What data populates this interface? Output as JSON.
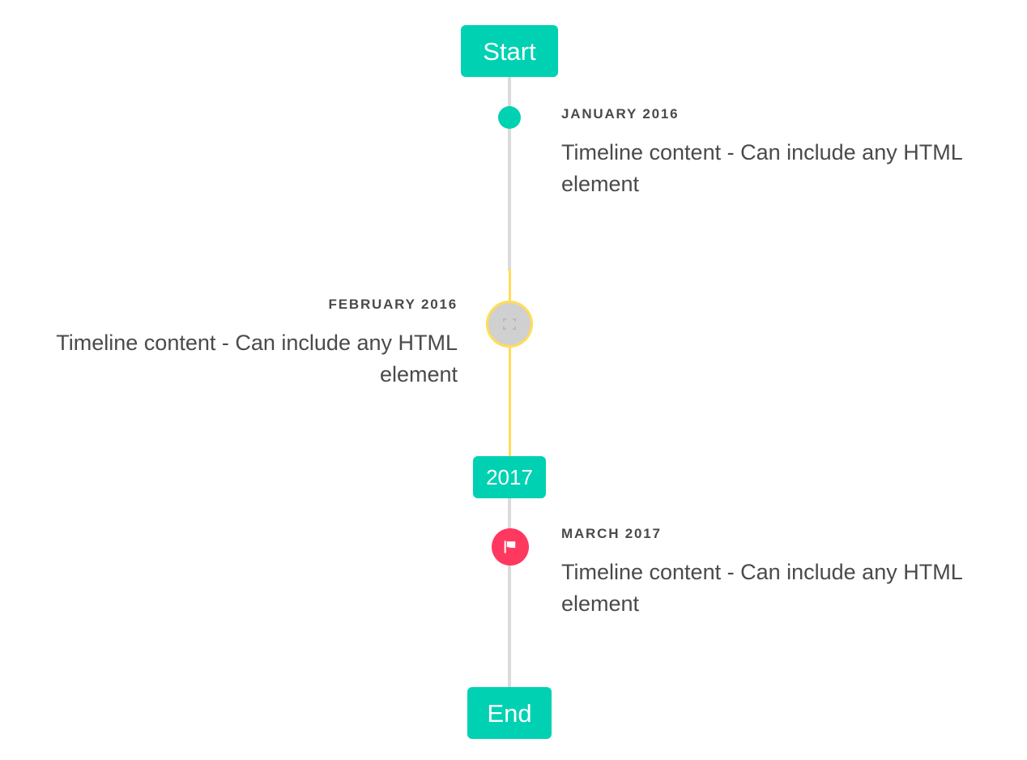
{
  "timeline": {
    "badges": {
      "start": "Start",
      "divider": "2017",
      "end": "End"
    },
    "colors": {
      "accent": "#00d1b2",
      "line": "#dbdbdb",
      "line_active": "#ffdd57",
      "marker_flag": "#ff3860",
      "marker_image_fill": "#d0d0d0",
      "text": "#4a4a4a",
      "badge_text": "#ffffff"
    },
    "items": [
      {
        "header": "JANUARY 2016",
        "body": "Timeline content - Can include any HTML element",
        "side": "right",
        "marker": "dot"
      },
      {
        "header": "FEBRUARY 2016",
        "body": "Timeline content - Can include any HTML element",
        "side": "left",
        "marker": "image-placeholder"
      },
      {
        "header": "MARCH 2017",
        "body": "Timeline content - Can include any HTML element",
        "side": "right",
        "marker": "flag"
      }
    ]
  }
}
